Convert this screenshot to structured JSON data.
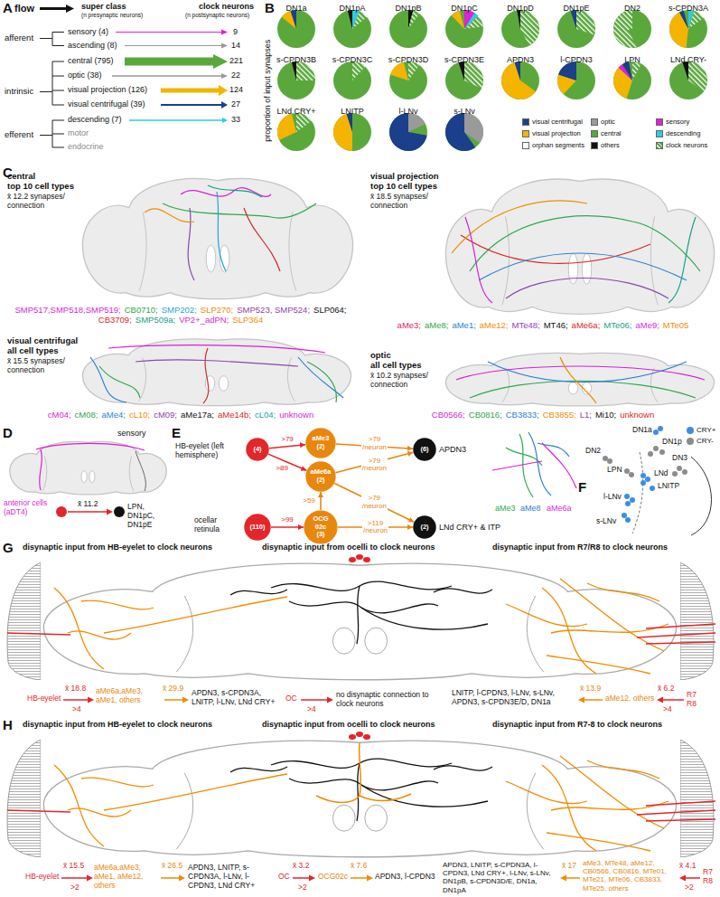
{
  "diagram": {
    "nodes": [
      {
        "text": [
          "(4)"
        ]
      },
      {
        "text": [
          "aMe3",
          "(2)"
        ]
      },
      {
        "text": [
          "(6)"
        ]
      },
      {
        "text": [
          "aMe6a",
          "(2)"
        ]
      },
      {
        "text": [
          "(110)"
        ]
      },
      {
        "text": [
          "OCG 02c",
          "(3)"
        ]
      },
      {
        "text": [
          "(2)"
        ]
      }
    ],
    "edges": [
      {
        "from": 0,
        "to": 1,
        "arrow": "to",
        "label": ">79"
      },
      {
        "from": 0,
        "to": 3,
        "arrow": "to",
        "label": ">89"
      },
      {
        "from": 1,
        "to": 2,
        "arrow": "to",
        "label": ">79 /neuron"
      },
      {
        "from": 3,
        "to": 2,
        "arrow": "to",
        "label": ">79 /neuron"
      },
      {
        "from": 3,
        "to": 6,
        "arrow": "to",
        "label": ">79 /neuron"
      },
      {
        "from": 4,
        "to": 5,
        "arrow": "to",
        "label": ">99"
      },
      {
        "from": 5,
        "to": 3,
        "arrow": "to",
        "label": ">59"
      },
      {
        "from": 5,
        "to": 6,
        "arrow": "to",
        "label": ">119 /neuron"
      }
    ],
    "labels": [
      "A",
      "flow",
      "super class",
      "(n presynaptic neurons)",
      "clock neurons",
      "(n postsynaptic neurons)",
      "afferent",
      "sensory (4)",
      "9",
      "ascending (8)",
      "14",
      "intrinsic",
      "central (795)",
      "221",
      "optic (38)",
      "22",
      "visual projection (126)",
      "124",
      "visual centrifugal (39)",
      "27",
      "efferent",
      "descending (7)",
      "33",
      "motor",
      "endocrine",
      "B",
      "proportion of input synapses",
      "DN1a",
      "DN1pA",
      "DN1pB",
      "DN1pC",
      "DN1pD",
      "DN1pE",
      "DN2",
      "s-CPDN3A",
      "s-CPDN3B",
      "s-CPDN3C",
      "s-CPDN3D",
      "s-CPDN3E",
      "APDN3",
      "l-CPDN3",
      "LPN",
      "LNd CRY-",
      "LNd CRY+",
      "LNITP",
      "l-LNv",
      "s-LNv",
      "C",
      "central",
      "top 10 cell types",
      "x̄ 12.2 synapses/ connection",
      "SMP517,SMP518,SMP519;",
      "CB0710;",
      "SMP202;",
      "SLP270;",
      "SMP523, SMP524;",
      "SLP064;",
      "CB3709;",
      "SMP509a;",
      "VP2+_adPN;",
      "SLP364",
      "visual projection",
      "top 10 cell types",
      "x̄ 18.5 synapses/ connection",
      "aMe3;",
      "aMe8;",
      "aMe1;",
      "aMe12;",
      "MTe48;",
      "MT46;",
      "aMe6a;",
      "MTe06;",
      "aMe9;",
      "MTe05",
      "visual centrifugal",
      "all cell types",
      "x̄ 15.5 synapses/ connection",
      "cM04;",
      "cM08;",
      "aMe4;",
      "cL10;",
      "cM09;",
      "aMe17a;",
      "aMe14b;",
      "cL04;",
      "unknown",
      "optic",
      "all cell types",
      "x̄ 10.2 synapses/ connection",
      "CB0566;",
      "CB0816;",
      "CB3833;",
      "CB3855;",
      "L1;",
      "Mi10;",
      "unknown",
      "D",
      "sensory",
      "anterior cells (aDT4)",
      "x̄ 11.2",
      "LPN, DN1pC, DN1pE",
      "E",
      "HB-eyelet (left hemisphere)",
      "APDN3",
      "ocellar retinula",
      "LNd CRY+ & ITP",
      "aMe3",
      "aMe8",
      "aMe6a",
      "F",
      "DN1a",
      "DN1p",
      "DN2",
      "DN3",
      "LPN",
      "LNd",
      "LNITP",
      "l-LNv",
      "s-LNv",
      "G",
      "disynaptic input from HB-eyelet to clock neurons",
      "disynaptic input from ocelli to clock neurons",
      "disynaptic input from R7/R8 to clock neurons",
      "x̄ 18.8",
      "HB-eyelet",
      ">4",
      "aMe6a,aMe3, aMe1, others",
      "x̄ 29.9",
      "APDN3, s-CPDN3A, LNITP, l-LNv, LNd CRY+",
      "OC",
      ">4",
      "no disynaptic connection to clock neurons",
      "LNITP, l-CPDN3, l-LNv, s-LNv, APDN3, s-CPDN3E/D, DN1a",
      "x̄ 13.9",
      "aMe12, others",
      "x̄ 6.2",
      ">4",
      "R7 R8",
      "H",
      "disynaptic input from HB-eyelet to clock neurons",
      "disynaptic input from ocelli to clock neurons",
      "disynaptic input from R7-8 to clock neurons",
      "x̄ 15.5",
      "HB-eyelet",
      ">2",
      "aMe6a,aMe3, aMe1, aMe12, others",
      "x̄ 26.5",
      "APDN3, LNITP, s-CPDN3A, l-LNv, l-CPDN3, LNd CRY+",
      "OC",
      "x̄ 3.2",
      ">2",
      "OCG02c",
      "x̄ 7.6",
      "APDN3, l-CPDN3",
      "APDN3, LNITP, s-CPDN3A, l-CPDN3, LNd CRY+, l-LNv, s-LNv, DN1pB, s-CPDN3D/E, DN1a, DN1pA",
      "x̄ 17",
      "aMe3, MTe48, aMe12, CB0566, CB0816, MTe01, MTe21, MTe06, CB3833, MTe25, others",
      "x̄ 4.1",
      ">2",
      "R7 R8"
    ],
    "legend": [
      {
        "text": "visual centrifugal",
        "color": "#1b3f8b"
      },
      {
        "text": "optic",
        "color": "#9a9a9a"
      },
      {
        "text": "sensory",
        "color": "#e21fd9"
      },
      {
        "text": "visual projection",
        "color": "#f5b400"
      },
      {
        "text": "central",
        "color": "#5aa83c"
      },
      {
        "text": "descending",
        "color": "#2ccbe3"
      },
      {
        "text": "orphan segments",
        "color": "#ffffff"
      },
      {
        "text": "others",
        "color": "#111111"
      },
      {
        "text": "clock neurons"
      },
      {
        "text": "CRY+",
        "color": "#3b8fe3"
      },
      {
        "text": "CRY-",
        "color": "#8c8c8c"
      }
    ]
  }
}
